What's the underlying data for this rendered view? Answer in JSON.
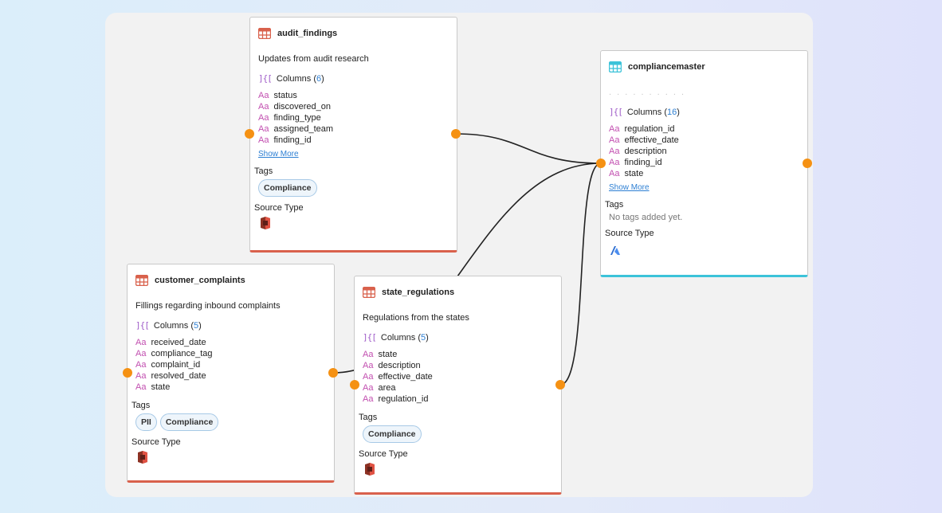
{
  "cards": {
    "audit_findings": {
      "title": "audit_findings",
      "description": "Updates from audit research",
      "columns_label": "Columns (",
      "columns_count": "6",
      "columns_close": ")",
      "columns": [
        "status",
        "discovered_on",
        "finding_type",
        "assigned_team",
        "finding_id"
      ],
      "show_more": "Show More",
      "tags_label": "Tags",
      "tags": [
        "Compliance"
      ],
      "source_label": "Source Type"
    },
    "compliancemaster": {
      "title": "compliancemaster",
      "description": ". . . . . . . . . .",
      "columns_label": "Columns (",
      "columns_count": "16",
      "columns_close": ")",
      "columns": [
        "regulation_id",
        "effective_date",
        "description",
        "finding_id",
        "state"
      ],
      "show_more": "Show More",
      "tags_label": "Tags",
      "no_tags": "No tags added yet.",
      "source_label": "Source Type"
    },
    "customer_complaints": {
      "title": "customer_complaints",
      "description": "Fillings regarding inbound complaints",
      "columns_label": "Columns (",
      "columns_count": "5",
      "columns_close": ")",
      "columns": [
        "received_date",
        "compliance_tag",
        "complaint_id",
        "resolved_date",
        "state"
      ],
      "tags_label": "Tags",
      "tags": [
        "PII",
        "Compliance"
      ],
      "source_label": "Source Type"
    },
    "state_regulations": {
      "title": "state_regulations",
      "description": "Regulations from the states",
      "columns_label": "Columns (",
      "columns_count": "5",
      "columns_close": ")",
      "columns": [
        "state",
        "description",
        "effective_date",
        "area",
        "regulation_id"
      ],
      "tags_label": "Tags",
      "tags": [
        "Compliance"
      ],
      "source_label": "Source Type"
    }
  },
  "colors": {
    "edge_dot": "#f59113",
    "red_accent": "#d9614c",
    "teal_accent": "#3cc3d9",
    "link": "#2d7fd3"
  },
  "icons": {
    "table_red": "table-icon",
    "table_teal": "table-icon",
    "source_s3": "aws-s3-icon",
    "source_other": "platform-logo-icon"
  }
}
